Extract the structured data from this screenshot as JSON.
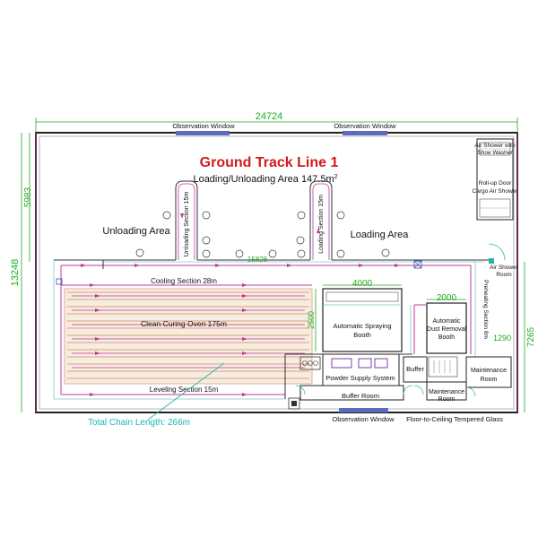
{
  "title": "Ground Track Line 1",
  "loading_area_text": "Loading/Unloading Area 147.5m",
  "area_superscript": "2",
  "dimensions": {
    "overall_width": "24724",
    "overall_height": "13248",
    "upper_height": "5983",
    "lower_right_height": "7265",
    "right_gap": "1290",
    "track_span": "15828",
    "spraying_width": "4000",
    "dust_width": "2000",
    "spray_depth": "2500"
  },
  "labels": {
    "observation_window_top_left": "Observation Window",
    "observation_window_top_right": "Observation Window",
    "observation_window_bottom": "Observation Window",
    "air_shower_shoe_1": "Air Shower with",
    "air_shower_shoe_2": "Shoe Washer",
    "rollup_1": "Roll-up Door",
    "rollup_2": "Cargo Air Shower",
    "unloading_area": "Unloading Area",
    "loading_area": "Loading Area",
    "unloading_section": "Unloading Section 15m",
    "loading_section": "Loading Section 15m",
    "air_shower_room_1": "Air Shower",
    "air_shower_room_2": "Room",
    "cooling_section": "Cooling Section 28m",
    "clean_curing_oven": "Clean Curing Oven 175m",
    "leveling_section": "Leveling Section 15m",
    "spraying_booth_1": "Automatic Spraying",
    "spraying_booth_2": "Booth",
    "dust_booth_1": "Automatic",
    "dust_booth_2": "Dust Removal",
    "dust_booth_3": "Booth",
    "preheating_section": "Preheating Section 8m",
    "powder_supply": "Powder Supply System",
    "buffer": "Buffer",
    "buffer_room": "Buffer Room",
    "maintenance_room_bottom_1": "Maintenance",
    "maintenance_room_bottom_2": "Room",
    "maintenance_room_right_1": "Maintenance",
    "maintenance_room_right_2": "Room",
    "tempered_glass": "Floor-to-Ceiling Tempered Glass",
    "total_chain_length": "Total Chain Length: 266m"
  },
  "colors": {
    "wall": "#222222",
    "track": "#c0399b",
    "track_inner": "#7ec8c8",
    "oven_fill": "#d8a477",
    "dimension": "#22aa22",
    "title": "#d11a1a",
    "window": "#5c6bc0",
    "cyan": "#1fb5b5"
  }
}
